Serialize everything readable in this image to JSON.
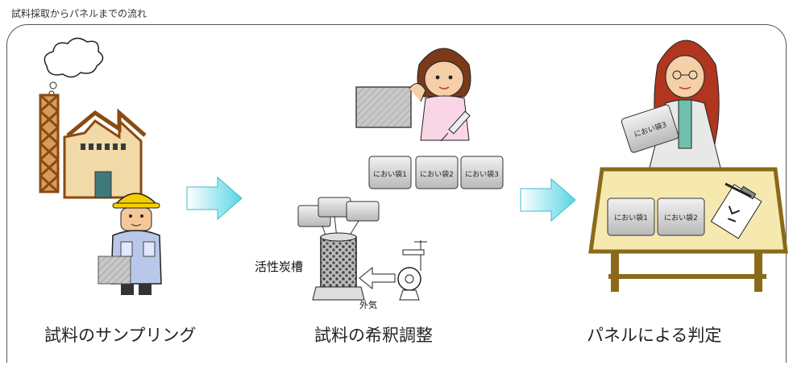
{
  "diagram": {
    "title": "試料採取からパネルまでの流れ",
    "steps": [
      {
        "caption": "試料のサンプリング"
      },
      {
        "caption": "試料の希釈調整"
      },
      {
        "caption": "パネルによる判定"
      }
    ],
    "labels": {
      "activated_carbon": "活性炭槽",
      "outside_air": "外気"
    },
    "bags": {
      "bag1": "におい袋1",
      "bag2": "におい袋2",
      "bag3": "におい袋3"
    },
    "colors": {
      "arrow": "#7fe3ee",
      "table_top": "#f6e9b0",
      "table_border": "#8a6a1a",
      "hardhat": "#f5d000",
      "factory_steel": "#8b4a12"
    }
  }
}
